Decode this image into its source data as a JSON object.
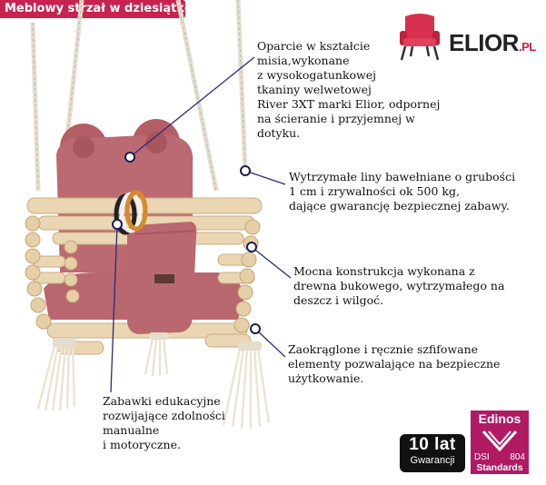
{
  "banner": {
    "text": "Meblowy strzał w dziesiątkę!"
  },
  "logo": {
    "brand": "ELIOR",
    "suffix": ".PL"
  },
  "annotations": [
    {
      "lines": [
        "Oparcie w kształcie",
        "misia,wykonane",
        "z wysokogatunkowej",
        "tkaniny welwetowej",
        "River 3XT marki Elior, odpornej",
        "na ścieranie i przyjemnej w",
        "dotyku."
      ]
    },
    {
      "lines": [
        "Wytrzymałe liny bawełniane o grubości",
        "1 cm i zrywalności ok 500 kg,",
        "dające gwarancję bezpiecznej zabawy."
      ]
    },
    {
      "lines": [
        "Mocna konstrukcja wykonana z",
        "drewna bukowego, wytrzymałego na",
        "deszcz i wilgoć."
      ]
    },
    {
      "lines": [
        "Zaokrąglone i ręcznie szfifowane",
        "elementy pozwalające na bezpieczne",
        "użytkowanie."
      ]
    },
    {
      "lines": [
        "Zabawki edukacyjne",
        "rozwijające zdolności",
        "manualne",
        "i motoryczne."
      ]
    }
  ],
  "warranty": {
    "years": "10 lat",
    "label": "Gwarancji"
  },
  "edinos": {
    "title": "Edinos",
    "dsi": "DSI",
    "number": "804",
    "standards": "Standards"
  },
  "colors": {
    "accent": "#c8224e",
    "velvet": "#b9686e",
    "wood": "#e8d2ad",
    "edinos": "#b01a62"
  }
}
